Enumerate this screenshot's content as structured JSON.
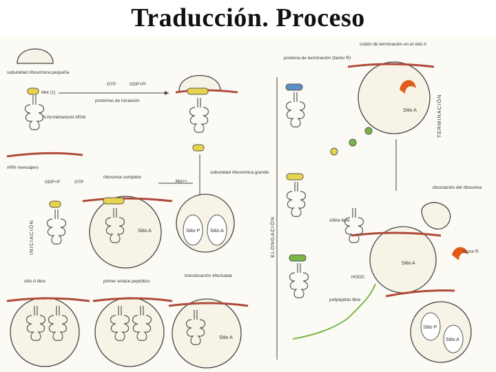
{
  "title": "Traducción. Proceso",
  "labels": {
    "subunidad_pequena": "subunidad ribosómica pequeña",
    "met_num": "Met (1)",
    "n_formil": "N-formilmetionil ARNt",
    "arn_mensajero": "ARN mensajero",
    "gtp": "GTP",
    "gdp_pi": "GDP+Pi",
    "proteinas_iniciacion": "proteínas de iniciación",
    "gdp_p_2": "GDP+P",
    "gtp_2": "GTP",
    "ribosoma_completo": "ribosoma completo",
    "mg": "Mg++",
    "subunidad_grande": "subunidad ribosómica grande",
    "iniciacion": "INICIACIÓN",
    "sitio_a_libre": "sitio A libre",
    "primer_enlace": "primer enlace peptídico",
    "translocacion": "translocación efectuada",
    "codon_terminacion": "codón de terminación en el sitio A",
    "proteina_terminacion": "proteína de terminación (factor R)",
    "elongacion": "ELONGACIÓN",
    "terminacion": "TERMINACIÓN",
    "disociacion": "disociación del ribosoma",
    "arnt_libre": "ARNt libre",
    "factor_r": "factor R",
    "hooc": "HOOC",
    "polipeptido": "polipéptido libre",
    "sitio_p": "Sitio P",
    "sitio_a": "Sitio A"
  },
  "colors": {
    "mrna": "#b04a3a",
    "ribosome_stroke": "#444444",
    "trna_stroke": "#555555",
    "codon_yellow": "#e8d44a",
    "codon_blue": "#5b8fc8",
    "amino_green": "#7ab648",
    "factor_red": "#e05a1a"
  }
}
